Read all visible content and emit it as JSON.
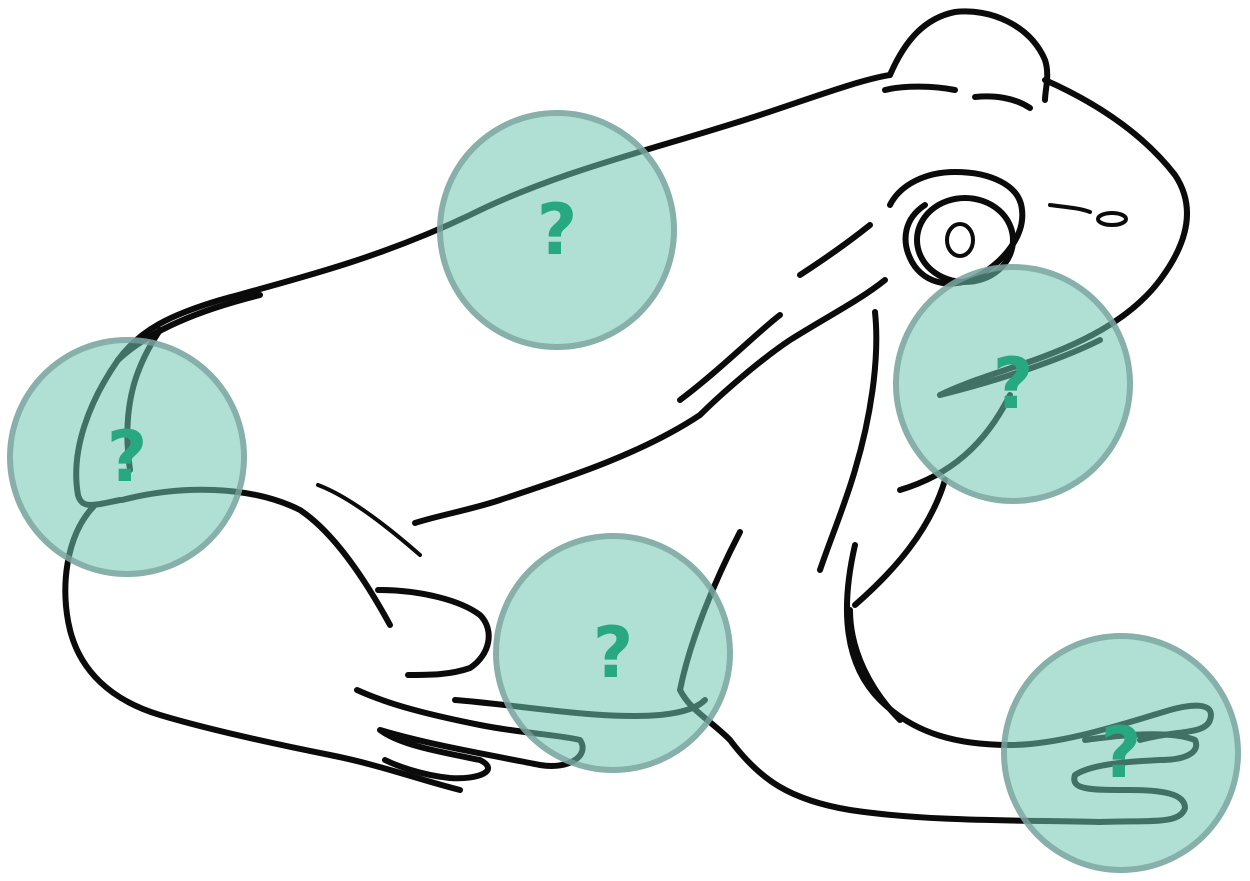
{
  "hotspots": [
    {
      "id": "back",
      "label": "?"
    },
    {
      "id": "thigh",
      "label": "?"
    },
    {
      "id": "throat",
      "label": "?"
    },
    {
      "id": "foot",
      "label": "?"
    },
    {
      "id": "hand",
      "label": "?"
    }
  ],
  "colors": {
    "hotspot_fill": "#70c7b0",
    "hotspot_border": "#78a09b",
    "question_mark": "#27a880",
    "outline": "#0b0b0b"
  }
}
